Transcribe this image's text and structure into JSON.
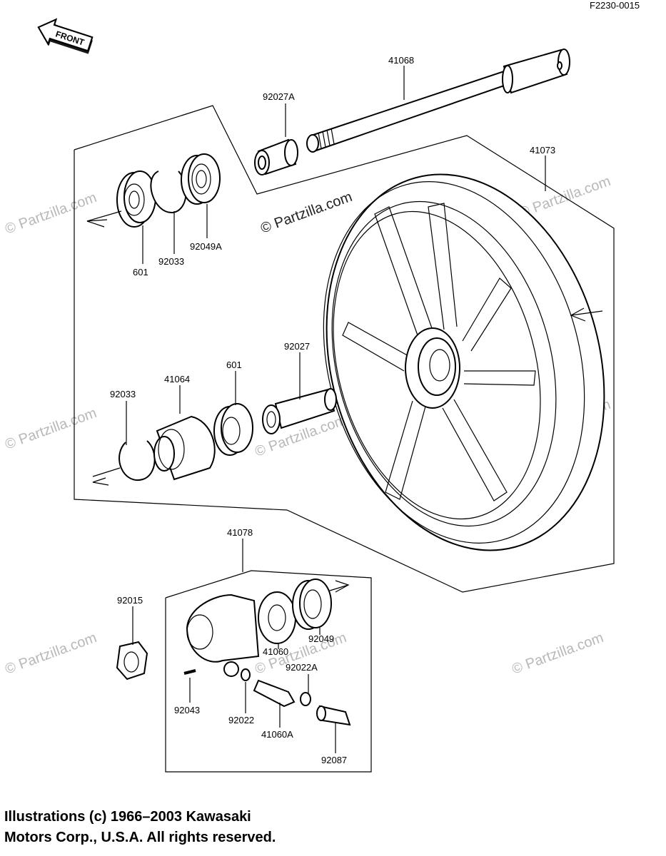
{
  "diagram_code": "F2230-0015",
  "front_arrow_label": "FRONT",
  "watermark": "© Partzilla.com",
  "parts": {
    "p41068": "41068",
    "p92027A": "92027A",
    "p41073": "41073",
    "p601_top": "601",
    "p92033_top": "92033",
    "p92049A": "92049A",
    "p92033_mid": "92033",
    "p41064": "41064",
    "p601_mid": "601",
    "p92027": "92027",
    "p41078": "41078",
    "p92015": "92015",
    "p41060": "41060",
    "p92049": "92049",
    "p92022A": "92022A",
    "p92043": "92043",
    "p92022": "92022",
    "p41060A": "41060A",
    "p92087": "92087"
  },
  "copyright": {
    "line1": "Illustrations (c) 1966–2003 Kawasaki",
    "line2": "Motors Corp., U.S.A.  All rights reserved."
  }
}
